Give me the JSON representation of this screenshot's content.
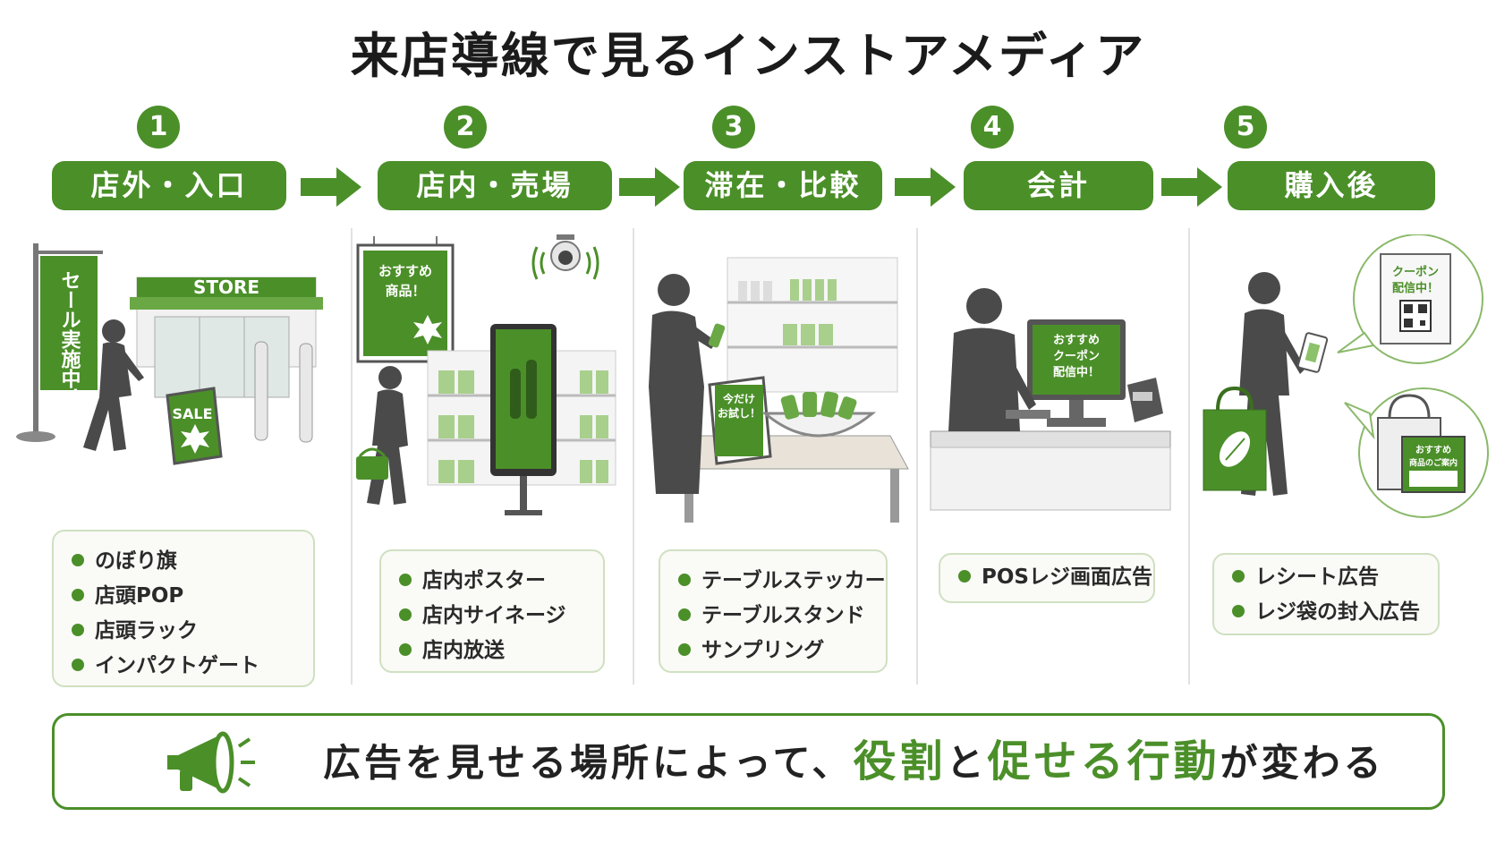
{
  "title": "来店導線で見るインストアメディア",
  "stages": [
    {
      "number": "1",
      "label": "店外・入口",
      "items": [
        "のぼり旗",
        "店頭POP",
        "店頭ラック",
        "インパクトゲート"
      ]
    },
    {
      "number": "2",
      "label": "店内・売場",
      "items": [
        "店内ポスター",
        "店内サイネージ",
        "店内放送"
      ]
    },
    {
      "number": "3",
      "label": "滞在・比較",
      "items": [
        "テーブルステッカー",
        "テーブルスタンド",
        "サンプリング"
      ]
    },
    {
      "number": "4",
      "label": "会計",
      "items": [
        "POSレジ画面広告"
      ]
    },
    {
      "number": "5",
      "label": "購入後",
      "items": [
        "レシート広告",
        "レジ袋の封入広告"
      ]
    }
  ],
  "illustrations": {
    "stage1": {
      "banner": "セール実施中！",
      "store_sign": "STORE",
      "sale_sign": "SALE"
    },
    "stage2": {
      "poster_line1": "おすすめ",
      "poster_line2": "商品！"
    },
    "stage3": {
      "stand_line1": "今だけ",
      "stand_line2": "お試し！"
    },
    "stage4": {
      "screen_line1": "おすすめ",
      "screen_line2": "クーポン",
      "screen_line3": "配信中！"
    },
    "stage5": {
      "phone_line1": "クーポン",
      "phone_line2": "配信中！",
      "insert_line1": "おすすめ",
      "insert_line2": "商品のご案内"
    }
  },
  "footer": {
    "part1": "広告を見せる場所によって、",
    "highlight1": "役割",
    "part2": "と",
    "highlight2": "促せる行動",
    "part3": "が変わる"
  },
  "colors": {
    "accent": "#4b8f29",
    "light_green": "#8cc26a",
    "figure": "#4a4a4a",
    "box_border": "#cfe0c1"
  }
}
